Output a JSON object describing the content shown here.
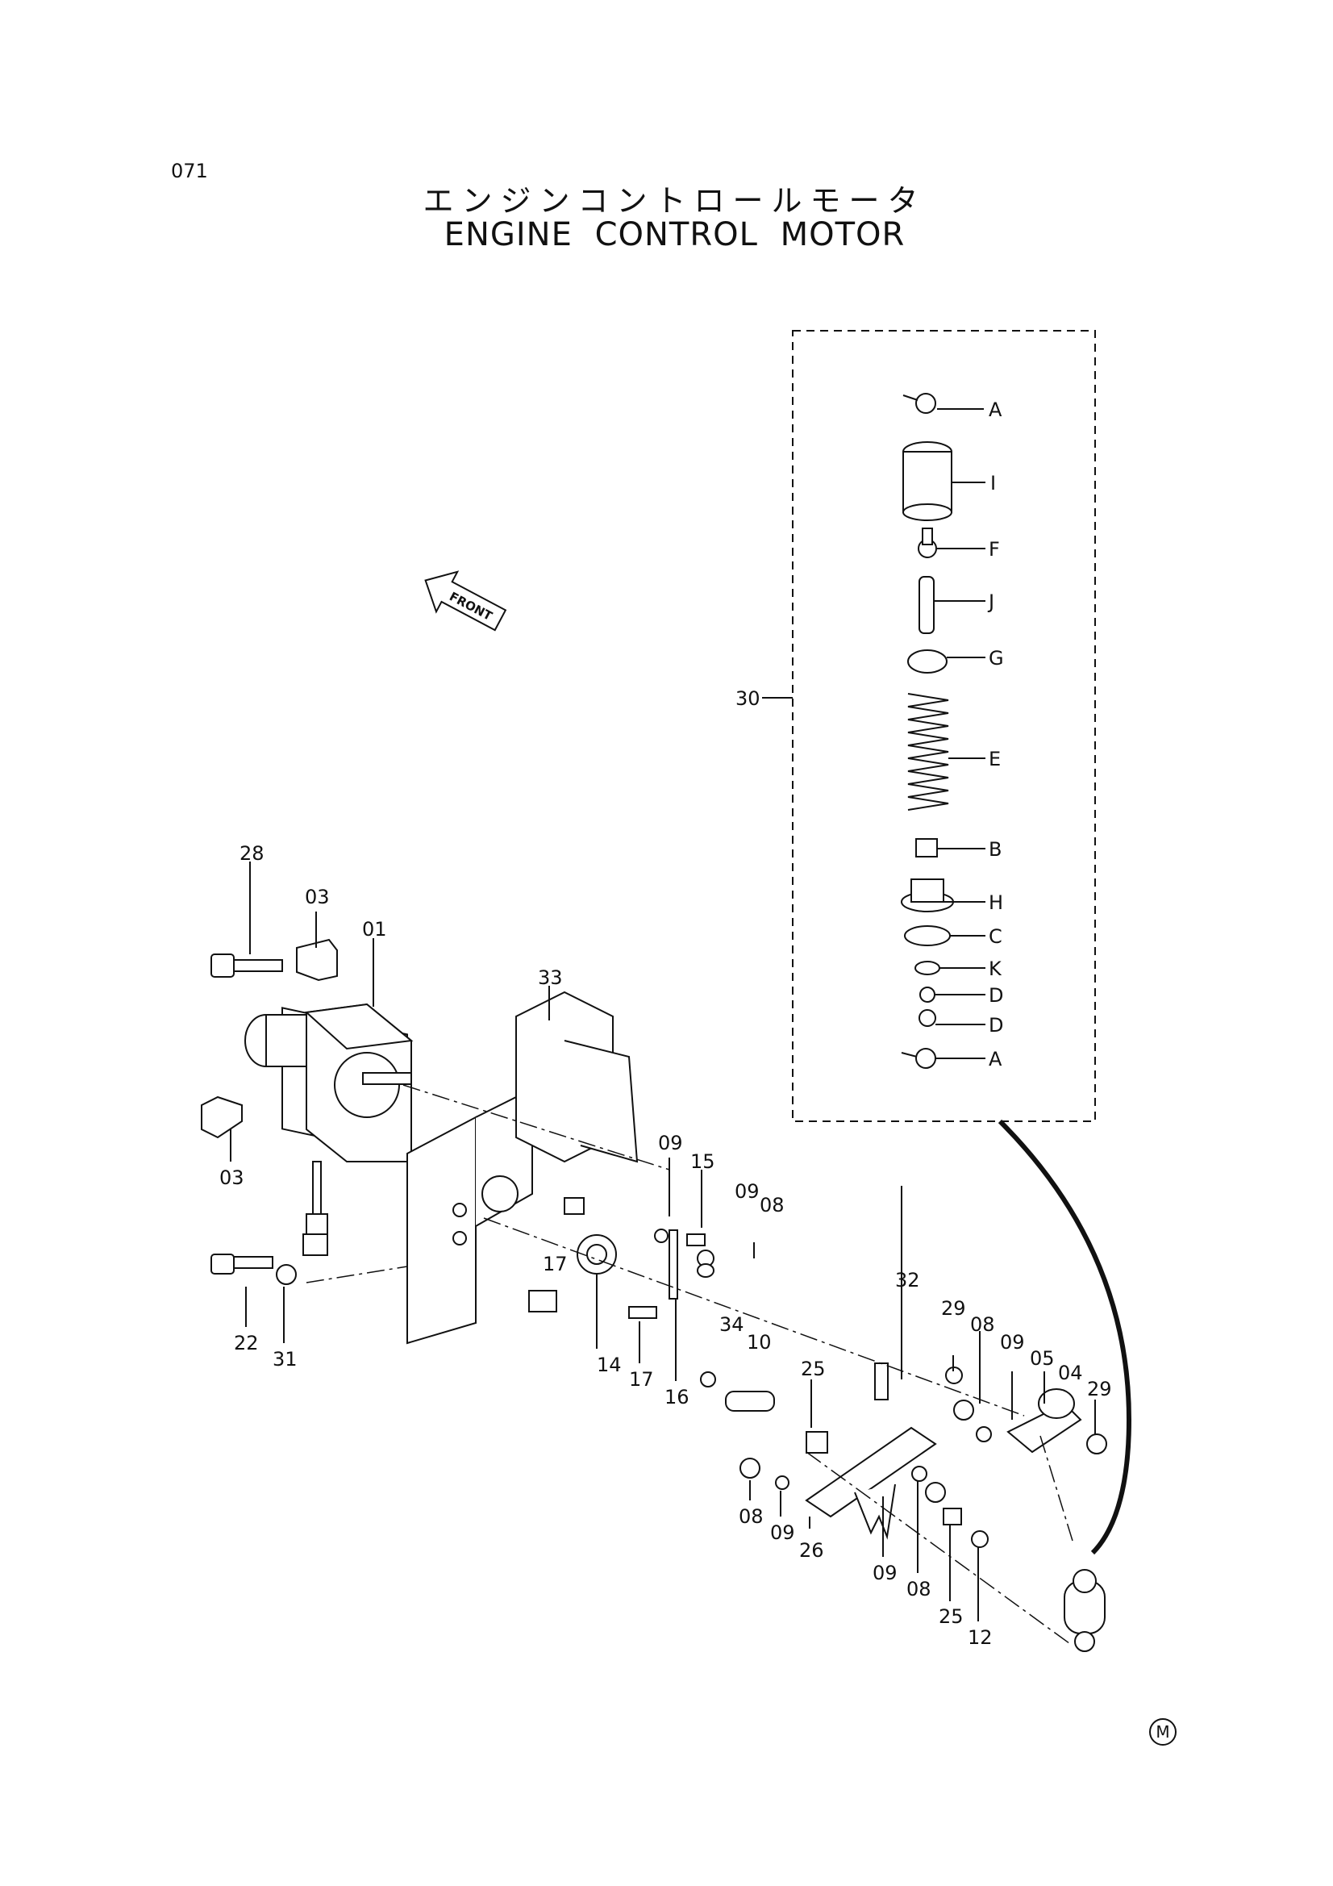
{
  "page_number": "071",
  "title_jp": "エンジンコントロールモータ",
  "title_en": "ENGINE CONTROL MOTOR",
  "front_arrow_label": "FRONT",
  "corner_mark": "M",
  "kit_label": "30",
  "kit_parts": [
    "A",
    "I",
    "F",
    "J",
    "G",
    "E",
    "B",
    "H",
    "C",
    "K",
    "D",
    "D",
    "A"
  ],
  "part_labels": [
    "28",
    "03",
    "01",
    "03",
    "33",
    "09",
    "15",
    "09",
    "08",
    "17",
    "22",
    "31",
    "14",
    "17",
    "16",
    "34",
    "10",
    "32",
    "29",
    "08",
    "09",
    "05",
    "04",
    "29",
    "25",
    "08",
    "09",
    "26",
    "09",
    "08",
    "25",
    "12"
  ]
}
